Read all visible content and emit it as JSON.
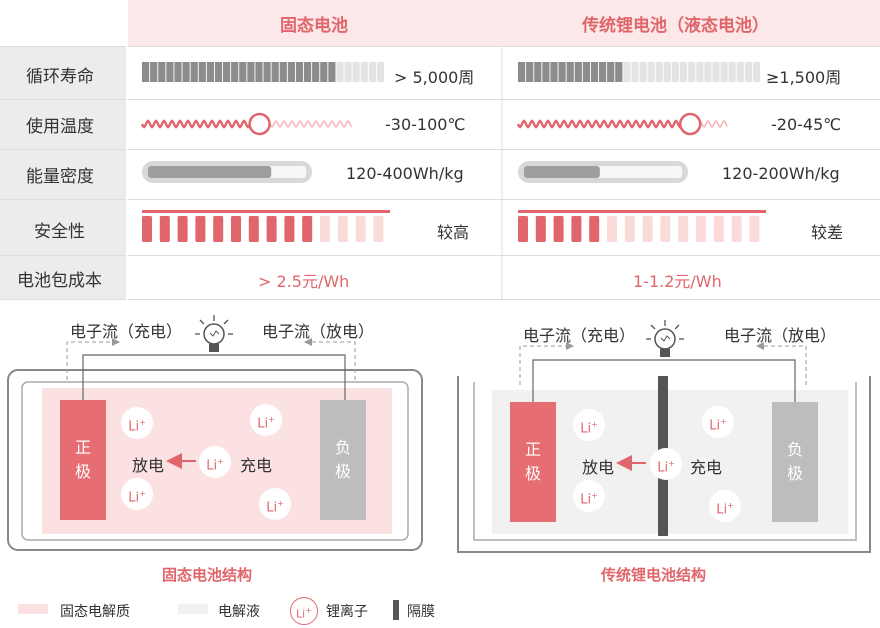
{
  "header": {
    "solid": "固态电池",
    "liquid": "传统锂电池（液态电池）"
  },
  "rows": [
    {
      "label": "循环寿命",
      "solid_value": "> 5,000周",
      "liquid_value": "≥1,500周"
    },
    {
      "label": "使用温度",
      "solid_value": "-30-100℃",
      "liquid_value": "-20-45℃"
    },
    {
      "label": "能量密度",
      "solid_value": "120-400Wh/kg",
      "liquid_value": "120-200Wh/kg"
    },
    {
      "label": "安全性",
      "solid_value": "较高",
      "liquid_value": "较差"
    },
    {
      "label": "电池包成本",
      "solid_value": "> 2.5元/Wh",
      "liquid_value": "1-1.2元/Wh"
    }
  ],
  "levels": {
    "cycle_life_fraction": {
      "solid": 0.79,
      "liquid": 0.42
    },
    "temperature_marker_fraction": {
      "solid": 0.56,
      "liquid": 0.82
    },
    "energy_density_fill": {
      "solid": 0.78,
      "liquid": 0.48
    },
    "safety_segments": {
      "solid": 10,
      "liquid": 5,
      "total": 14
    }
  },
  "diagram": {
    "flow_charge": "电子流（充电）",
    "flow_discharge": "电子流（放电）",
    "positive": "正极",
    "negative": "负极",
    "li_ion": "Li",
    "discharge": "放电",
    "charge": "充电",
    "solid_caption": "固态电池结构",
    "liquid_caption": "传统锂电池结构"
  },
  "legend": {
    "solid_electrolyte": "固态电解质",
    "electrolyte": "电解液",
    "li_ion": "锂离子",
    "separator": "隔膜"
  },
  "colors": {
    "accent": "#e0666b",
    "light_accent": "#fbe1e1",
    "header_bg": "#fce8e8",
    "label_bg": "#ececec",
    "electrolyte_gray": "#f1f1f1",
    "negative_gray": "#bdbdbd",
    "separator": "#555555"
  }
}
